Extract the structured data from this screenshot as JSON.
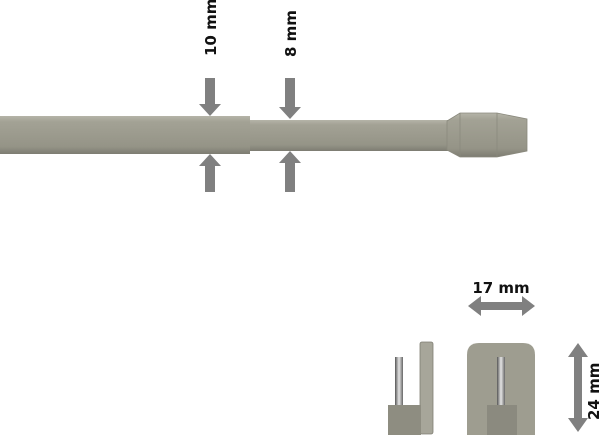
{
  "dimensions": {
    "rod_thick": "10 mm",
    "rod_thin": "8 mm",
    "bracket_width": "17 mm",
    "bracket_height": "24 mm"
  },
  "colors": {
    "rod": "#9b9a8d",
    "rod_dark": "#86857a",
    "arrow": "#808080",
    "pin": "#c8c8c8"
  }
}
